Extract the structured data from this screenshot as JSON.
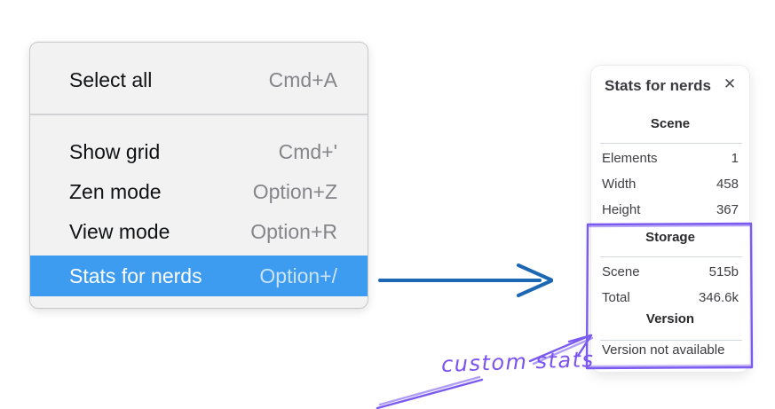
{
  "menu": {
    "items": [
      {
        "label": "Select all",
        "shortcut": "Cmd+A",
        "highlighted": false
      },
      {
        "label": "Show grid",
        "shortcut": "Cmd+'",
        "highlighted": false
      },
      {
        "label": "Zen mode",
        "shortcut": "Option+Z",
        "highlighted": false
      },
      {
        "label": "View mode",
        "shortcut": "Option+R",
        "highlighted": false
      },
      {
        "label": "Stats for nerds",
        "shortcut": "Option+/",
        "highlighted": true
      }
    ]
  },
  "stats_panel": {
    "title": "Stats for nerds",
    "sections": [
      {
        "heading": "Scene",
        "rows": [
          {
            "label": "Elements",
            "value": "1"
          },
          {
            "label": "Width",
            "value": "458"
          },
          {
            "label": "Height",
            "value": "367"
          }
        ]
      },
      {
        "heading": "Storage",
        "rows": [
          {
            "label": "Scene",
            "value": "515b"
          },
          {
            "label": "Total",
            "value": "346.6k"
          }
        ]
      },
      {
        "heading": "Version",
        "note": "Version not available"
      }
    ]
  },
  "annotation": {
    "label": "custom stats"
  },
  "icons": {
    "close": "✕"
  },
  "colors": {
    "menu_highlight": "#3e9cf0",
    "arrow_blue": "#1b67b3",
    "annotation_purple": "#7b52ee"
  }
}
